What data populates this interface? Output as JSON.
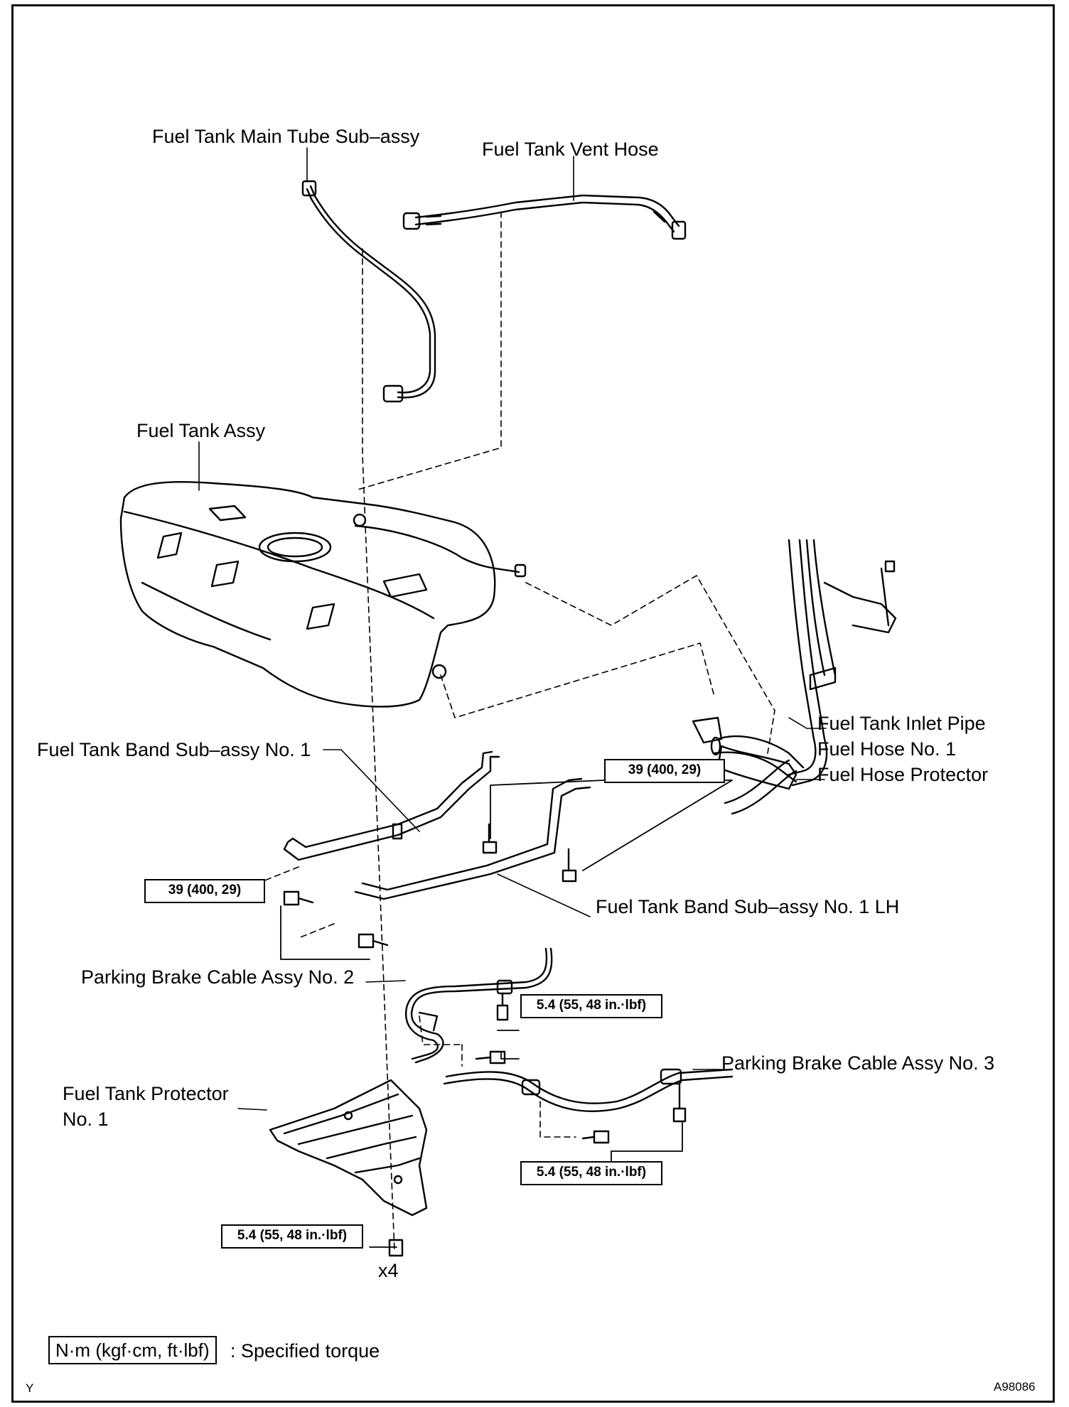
{
  "labels": {
    "main_tube": "Fuel Tank Main Tube Sub–assy",
    "vent_hose": "Fuel Tank Vent Hose",
    "tank_assy": "Fuel Tank Assy",
    "inlet_pipe": "Fuel Tank Inlet Pipe",
    "hose_no1": "Fuel Hose No. 1",
    "hose_protector": "Fuel Hose Protector",
    "band_no1": "Fuel Tank Band Sub–assy No. 1",
    "band_no1_lh": "Fuel Tank Band Sub–assy No. 1 LH",
    "pb_cable_no2": "Parking Brake Cable Assy No. 2",
    "pb_cable_no3": "Parking Brake Cable Assy No. 3",
    "protector_line1": "Fuel Tank Protector",
    "protector_line2": "No. 1",
    "qty_x4": "x4"
  },
  "torques": {
    "band_upper": "39 (400, 29)",
    "band_lower": "39 (400, 29)",
    "cable_no2": "5.4 (55, 48 in.·lbf)",
    "cable_no3": "5.4 (55, 48 in.·lbf)",
    "protector": "5.4 (55, 48 in.·lbf)"
  },
  "legend": {
    "unit_box": "N·m (kgf·cm, ft·lbf)",
    "description": ": Specified torque"
  },
  "corner": {
    "left_mark": "Y",
    "figure_id": "A98086"
  }
}
